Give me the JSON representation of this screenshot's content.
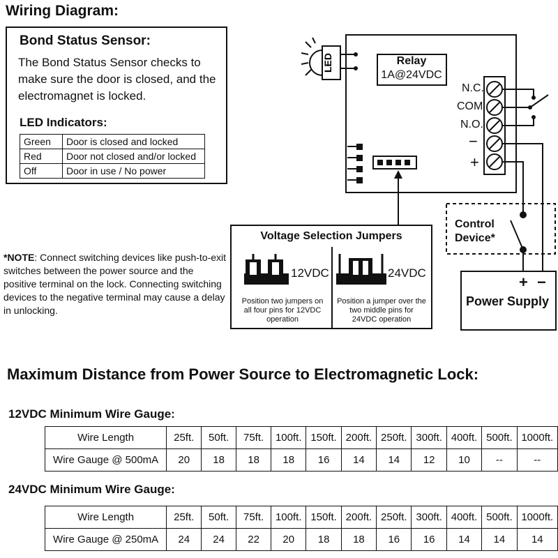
{
  "title": "Wiring Diagram:",
  "bond_sensor": {
    "title": "Bond Status Sensor:",
    "description": "The Bond Status Sensor checks to make sure the door is closed, and the electromagnet is locked.",
    "led_title": "LED Indicators:",
    "led_rows": [
      {
        "color": "Green",
        "meaning": "Door is closed and locked"
      },
      {
        "color": "Red",
        "meaning": "Door not closed and/or locked"
      },
      {
        "color": "Off",
        "meaning": "Door in use / No power"
      }
    ]
  },
  "note": {
    "prefix": "*NOTE",
    "text": ": Connect switching devices like push-to-exit switches between the power source and the positive terminal on the lock. Connecting switching devices to the negative terminal may cause a delay in unlocking."
  },
  "diagram": {
    "led_label": "LED",
    "relay_title": "Relay",
    "relay_rating": "1A@24VDC",
    "terminals": {
      "nc": "N.C.",
      "com": "COM",
      "no": "N.O.",
      "minus": "−",
      "plus": "+"
    },
    "control_device": "Control Device*",
    "power_supply": {
      "label": "Power Supply",
      "plus": "+",
      "minus": "−"
    }
  },
  "jumpers": {
    "title": "Voltage Selection Jumpers",
    "v12_label": "12VDC",
    "v24_label": "24VDC",
    "v12_caption": "Position two jumpers on all four pins for 12VDC operation",
    "v24_caption": "Position a jumper over the two middle pins for 24VDC operation"
  },
  "distance": {
    "title": "Maximum Distance from Power Source to Electromagnetic Lock:",
    "tables": [
      {
        "title": "12VDC Minimum Wire Gauge:",
        "length_header": "Wire Length",
        "gauge_header": "Wire Gauge @ 500mA",
        "lengths": [
          "25ft.",
          "50ft.",
          "75ft.",
          "100ft.",
          "150ft.",
          "200ft.",
          "250ft.",
          "300ft.",
          "400ft.",
          "500ft.",
          "1000ft."
        ],
        "gauges": [
          "20",
          "18",
          "18",
          "18",
          "16",
          "14",
          "14",
          "12",
          "10",
          "--",
          "--"
        ]
      },
      {
        "title": "24VDC Minimum Wire Gauge:",
        "length_header": "Wire Length",
        "gauge_header": "Wire Gauge @ 250mA",
        "lengths": [
          "25ft.",
          "50ft.",
          "75ft.",
          "100ft.",
          "150ft.",
          "200ft.",
          "250ft.",
          "300ft.",
          "400ft.",
          "500ft.",
          "1000ft."
        ],
        "gauges": [
          "24",
          "24",
          "22",
          "20",
          "18",
          "18",
          "16",
          "16",
          "14",
          "14",
          "14"
        ]
      }
    ]
  }
}
